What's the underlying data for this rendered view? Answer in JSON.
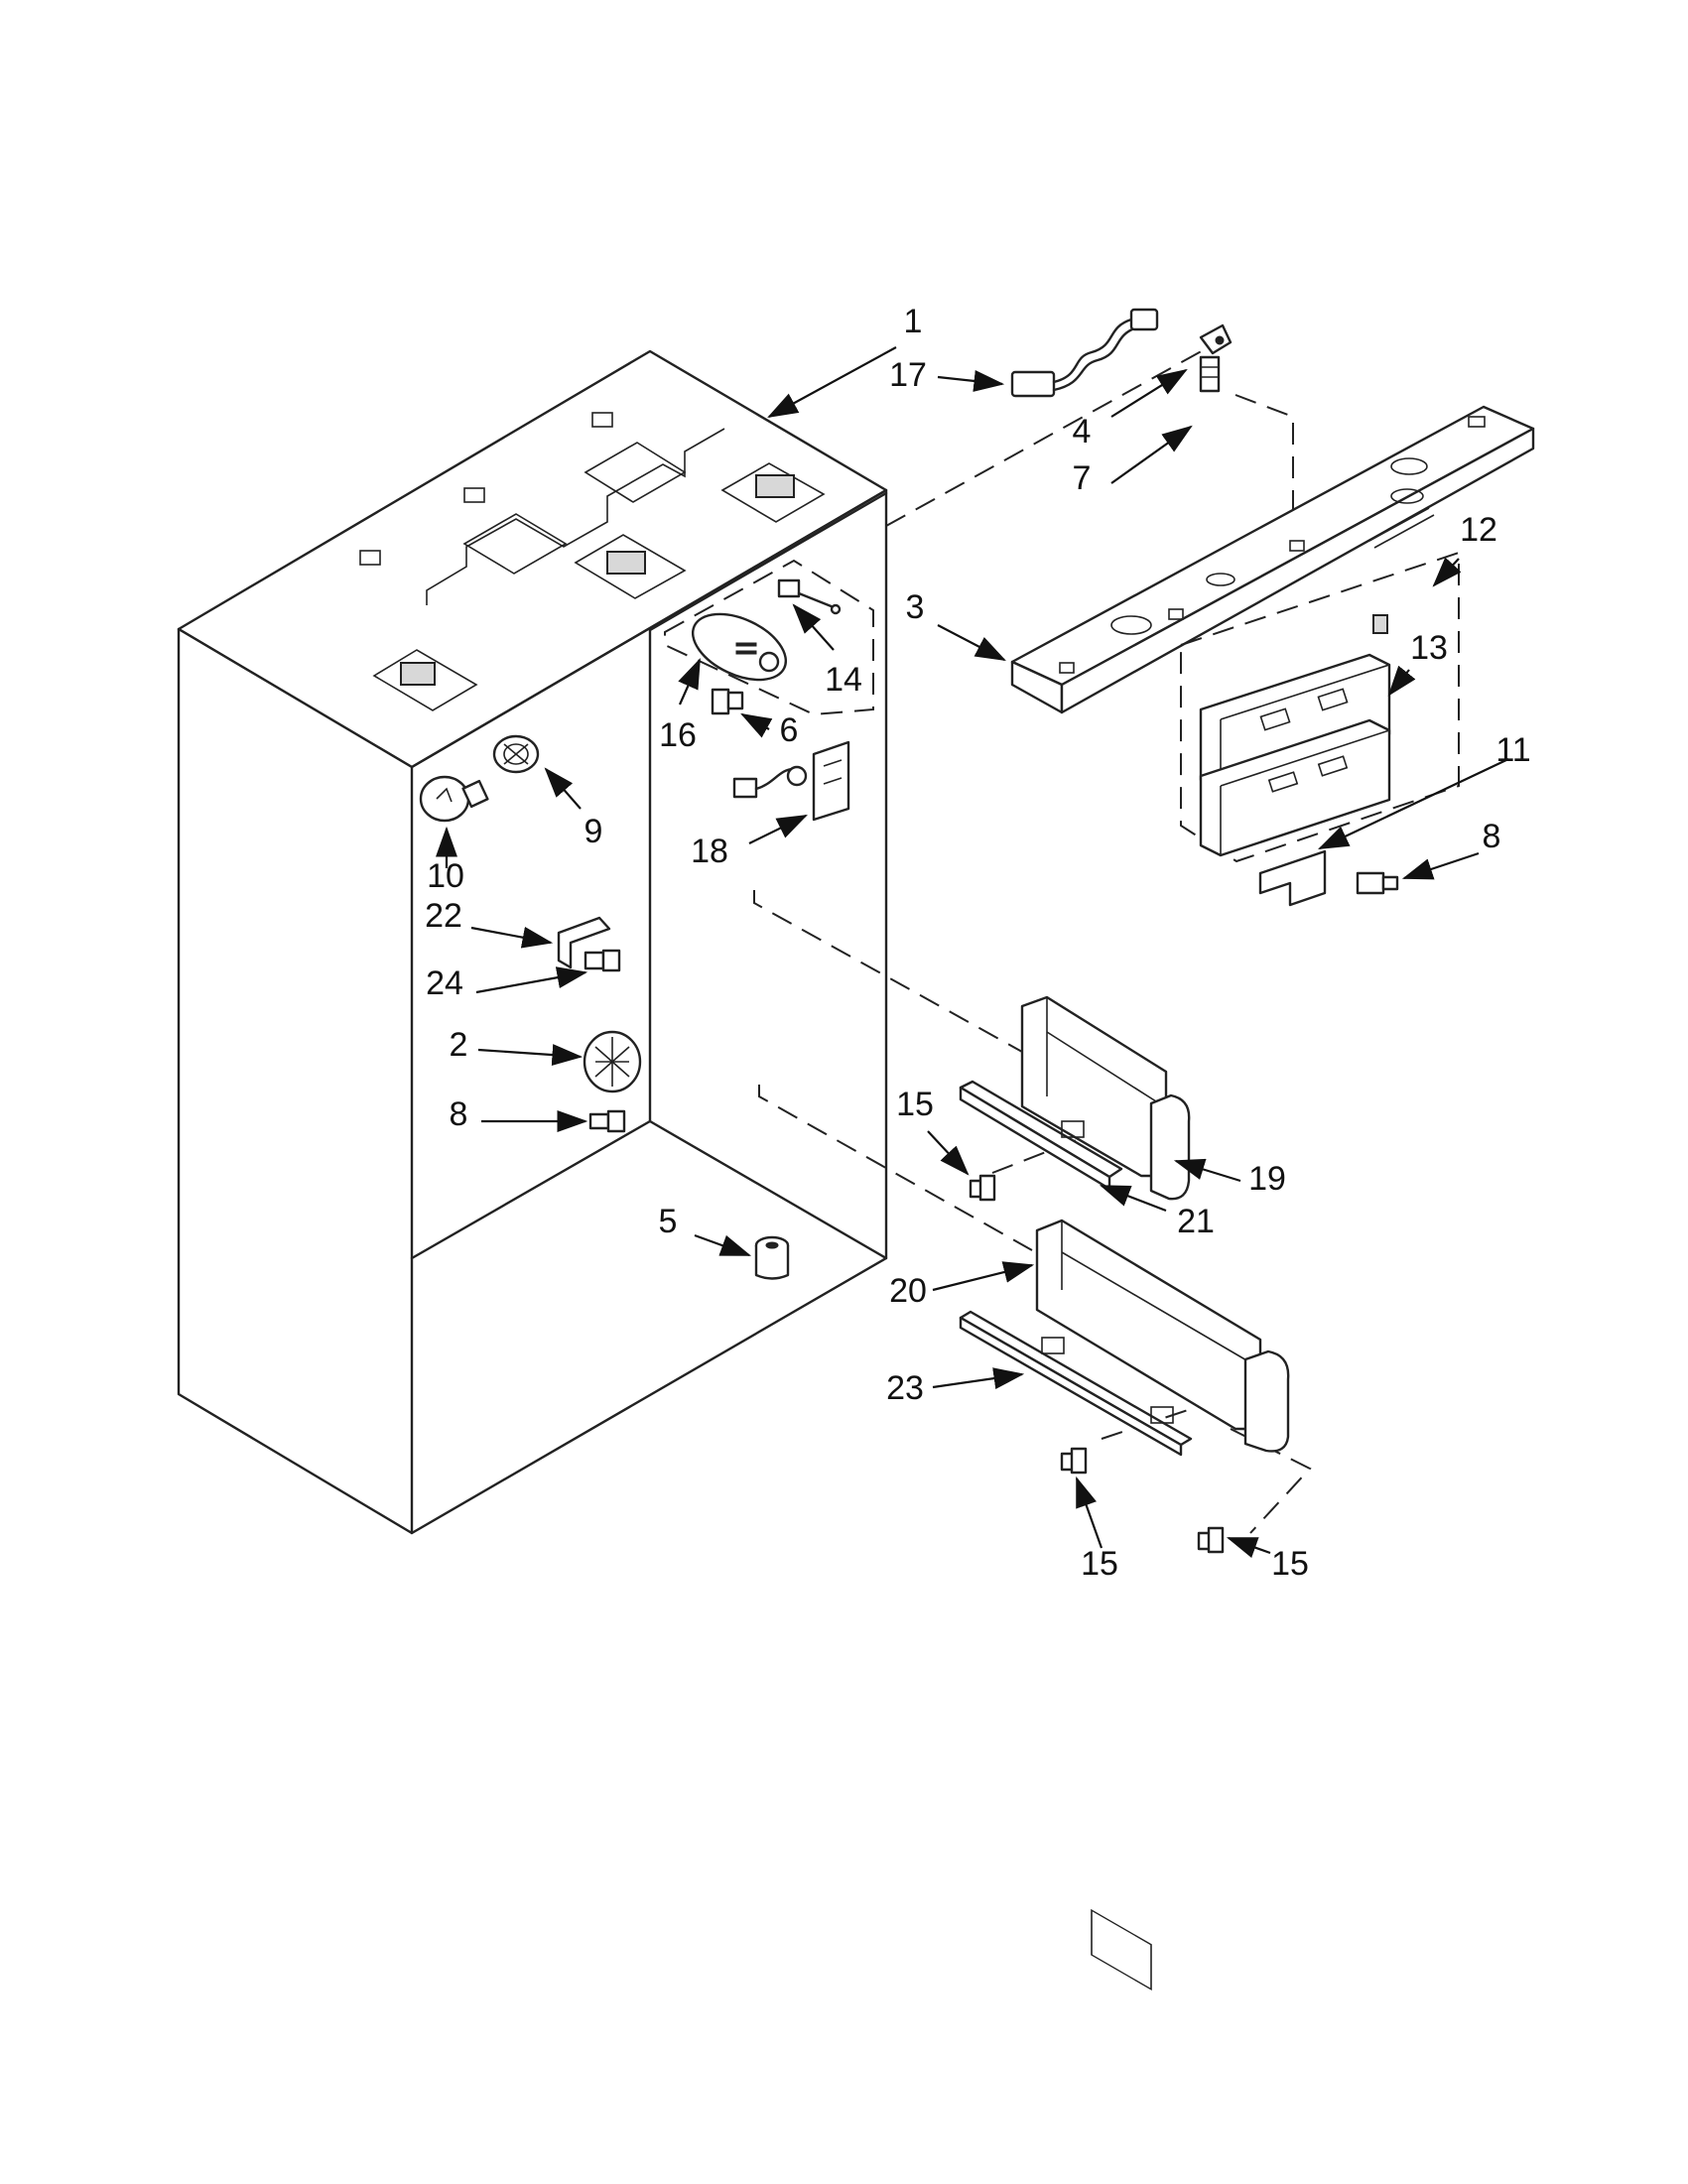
{
  "callouts": {
    "c1": "1",
    "c17": "17",
    "c4": "4",
    "c7": "7",
    "c3": "3",
    "c12": "12",
    "c13": "13",
    "c11": "11",
    "c8a": "8",
    "c14": "14",
    "c16": "16",
    "c6": "6",
    "c18": "18",
    "c9": "9",
    "c10": "10",
    "c22": "22",
    "c24": "24",
    "c2": "2",
    "c8b": "8",
    "c5": "5",
    "c15a": "15",
    "c19": "19",
    "c21": "21",
    "c20": "20",
    "c23": "23",
    "c15b": "15",
    "c15c": "15"
  }
}
